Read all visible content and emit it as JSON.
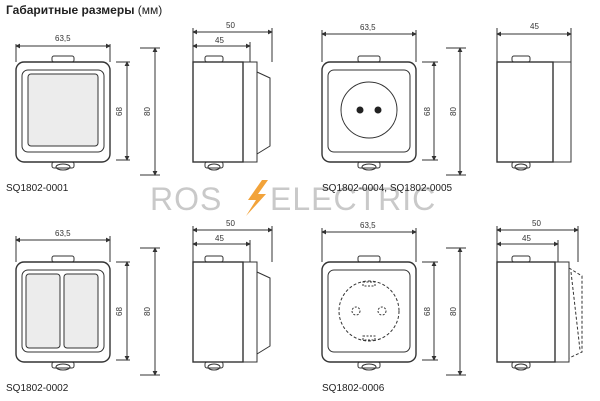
{
  "header": {
    "title": "Габаритные размеры",
    "unit": "(мм)"
  },
  "dimensions": {
    "width_front": "63,5",
    "height_outer": "80",
    "height_inner": "68",
    "depth_outer": "50",
    "depth_inner": "45",
    "depth_single": "45"
  },
  "codes": {
    "single_switch": "SQ1802-0001",
    "socket": "SQ1802-0004, SQ1802-0005",
    "double_switch": "SQ1802-0002",
    "socket_ground": "SQ1802-0006"
  },
  "watermark": {
    "left": "ROS",
    "right": "ELECTRIC",
    "bolt_icon": "lightning-bolt-icon",
    "color": "#c9c9c9",
    "bolt_color": "#f2a33a"
  }
}
